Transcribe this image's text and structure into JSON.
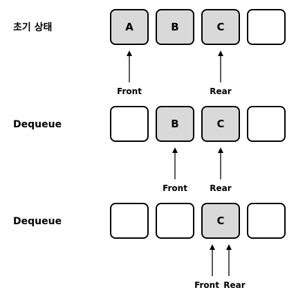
{
  "rows": [
    {
      "label": "초기 상태",
      "cells": [
        "A",
        "B",
        "C",
        ""
      ],
      "pointers": [
        {
          "label": "Front",
          "cell": 0
        },
        {
          "label": "Rear",
          "cell": 2
        }
      ]
    },
    {
      "label": "Dequeue",
      "cells": [
        "",
        "B",
        "C",
        ""
      ],
      "pointers": [
        {
          "label": "Front",
          "cell": 1
        },
        {
          "label": "Rear",
          "cell": 2
        }
      ]
    },
    {
      "label": "Dequeue",
      "cells": [
        "",
        "",
        "C",
        ""
      ],
      "pointers": [
        {
          "label": "Front",
          "cell": 2
        },
        {
          "label": "Rear",
          "cell": 2
        }
      ]
    }
  ],
  "colors": {
    "filled_cell": "#d9d9d9",
    "empty_cell": "#ffffff",
    "stroke": "#000000"
  }
}
